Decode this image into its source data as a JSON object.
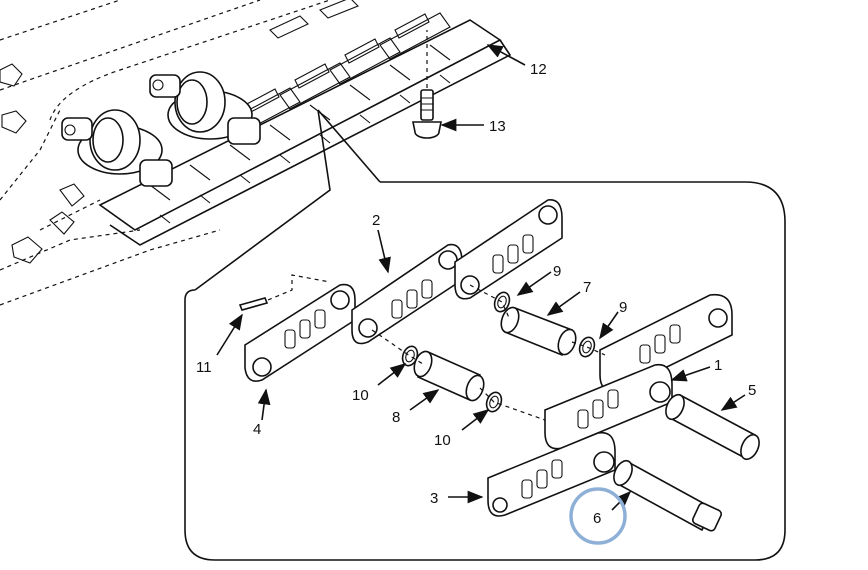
{
  "callouts": [
    {
      "id": "c1",
      "text": "1"
    },
    {
      "id": "c2",
      "text": "2"
    },
    {
      "id": "c3",
      "text": "3"
    },
    {
      "id": "c4",
      "text": "4"
    },
    {
      "id": "c5",
      "text": "5"
    },
    {
      "id": "c6",
      "text": "6"
    },
    {
      "id": "c7",
      "text": "7"
    },
    {
      "id": "c8",
      "text": "8"
    },
    {
      "id": "c9a",
      "text": "9"
    },
    {
      "id": "c9b",
      "text": "9"
    },
    {
      "id": "c10a",
      "text": "10"
    },
    {
      "id": "c10b",
      "text": "10"
    },
    {
      "id": "c11",
      "text": "11"
    },
    {
      "id": "c12",
      "text": "12"
    },
    {
      "id": "c13",
      "text": "13"
    }
  ],
  "highlight": {
    "color": "#8fb0d6",
    "target": "6"
  }
}
